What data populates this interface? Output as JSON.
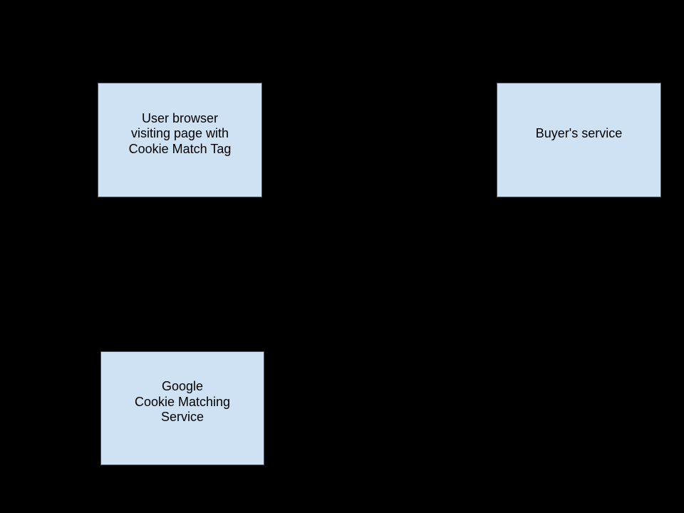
{
  "colors": {
    "background": "#000000",
    "node_fill": "#cfe2f3",
    "node_border": "#46525e",
    "node_text": "#000000"
  },
  "nodes": [
    {
      "id": "user-browser",
      "label": "User browser\nvisiting page with\nCookie Match Tag"
    },
    {
      "id": "buyers-service",
      "label": "Buyer's service"
    },
    {
      "id": "google-cookie-matching-service",
      "label": "Google\nCookie Matching\nService"
    }
  ]
}
